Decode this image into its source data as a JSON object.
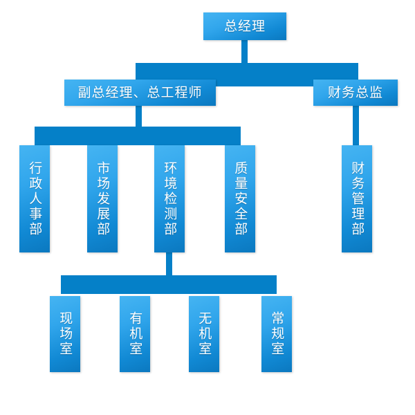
{
  "chart_data": {
    "type": "diagram",
    "title": "",
    "diagram_kind": "organization-chart",
    "orientation": "top-down",
    "accent_color": "#0580c8",
    "node_gradient_from": "#45b4f2",
    "node_gradient_to": "#0b78bf",
    "text_color": "#ffffff",
    "background": "#ffffff",
    "levels": [
      {
        "level": 1,
        "labels": [
          "总经理"
        ]
      },
      {
        "level": 2,
        "labels": [
          "副总经理、总工程师",
          "财务总监"
        ]
      },
      {
        "level": 3,
        "labels": [
          "行政人事部",
          "市场发展部",
          "环境检测部",
          "质量安全部",
          "财务管理部"
        ]
      },
      {
        "level": 4,
        "labels": [
          "现场室",
          "有机室",
          "无机室",
          "常规室"
        ]
      }
    ],
    "edges": [
      {
        "from": "总经理",
        "to": "副总经理、总工程师"
      },
      {
        "from": "总经理",
        "to": "财务总监"
      },
      {
        "from": "副总经理、总工程师",
        "to": "行政人事部"
      },
      {
        "from": "副总经理、总工程师",
        "to": "市场发展部"
      },
      {
        "from": "副总经理、总工程师",
        "to": "环境检测部"
      },
      {
        "from": "副总经理、总工程师",
        "to": "质量安全部"
      },
      {
        "from": "财务总监",
        "to": "财务管理部"
      },
      {
        "from": "环境检测部",
        "to": "现场室"
      },
      {
        "from": "环境检测部",
        "to": "有机室"
      },
      {
        "from": "环境检测部",
        "to": "无机室"
      },
      {
        "from": "环境检测部",
        "to": "常规室"
      }
    ]
  },
  "nodes": {
    "general_manager": "总经理",
    "deputy_gm_chief_engineer": "副总经理、总工程师",
    "finance_director": "财务总监",
    "admin_hr_dept": "行政人事部",
    "market_dev_dept": "市场发展部",
    "env_testing_dept": "环境检测部",
    "quality_safety_dept": "质量安全部",
    "finance_mgmt_dept": "财务管理部",
    "field_lab": "现场室",
    "organic_lab": "有机室",
    "inorganic_lab": "无机室",
    "routine_lab": "常规室"
  }
}
